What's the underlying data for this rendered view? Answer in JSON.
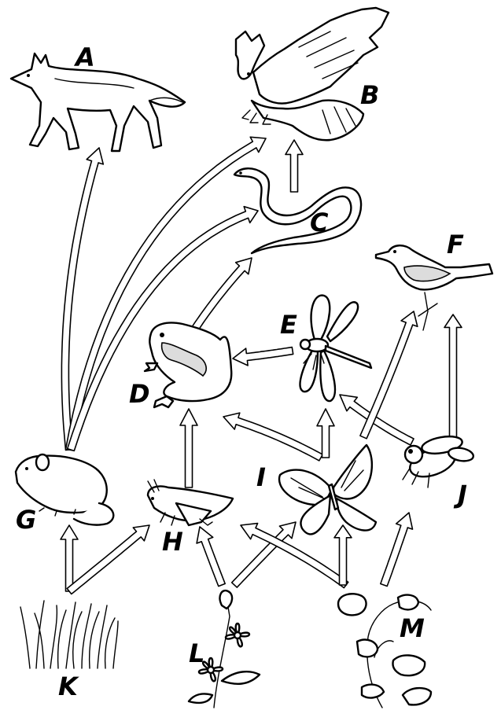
{
  "organisms": [
    {
      "label": "A",
      "icon": "fox-icon"
    },
    {
      "label": "B",
      "icon": "eagle-icon"
    },
    {
      "label": "C",
      "icon": "snake-icon"
    },
    {
      "label": "D",
      "icon": "frog-icon"
    },
    {
      "label": "E",
      "icon": "dragonfly-icon"
    },
    {
      "label": "F",
      "icon": "bird-icon"
    },
    {
      "label": "G",
      "icon": "mouse-icon"
    },
    {
      "label": "H",
      "icon": "grasshopper-icon"
    },
    {
      "label": "I",
      "icon": "butterfly-icon"
    },
    {
      "label": "J",
      "icon": "fly-icon"
    },
    {
      "label": "K",
      "icon": "grass-icon"
    },
    {
      "label": "L",
      "icon": "flower-icon"
    },
    {
      "label": "M",
      "icon": "vine-icon"
    }
  ],
  "arrows": [
    {
      "from": "G",
      "to": "A"
    },
    {
      "from": "G",
      "to": "B"
    },
    {
      "from": "G",
      "to": "C"
    },
    {
      "from": "C",
      "to": "B"
    },
    {
      "from": "D",
      "to": "C"
    },
    {
      "from": "E",
      "to": "D"
    },
    {
      "from": "H",
      "to": "D"
    },
    {
      "from": "I",
      "to": "D"
    },
    {
      "from": "I",
      "to": "E"
    },
    {
      "from": "J",
      "to": "E"
    },
    {
      "from": "I",
      "to": "F"
    },
    {
      "from": "J",
      "to": "F"
    },
    {
      "from": "K",
      "to": "G"
    },
    {
      "from": "K",
      "to": "H"
    },
    {
      "from": "L",
      "to": "H"
    },
    {
      "from": "L",
      "to": "I"
    },
    {
      "from": "M",
      "to": "H"
    },
    {
      "from": "M",
      "to": "I"
    },
    {
      "from": "M",
      "to": "J"
    }
  ]
}
